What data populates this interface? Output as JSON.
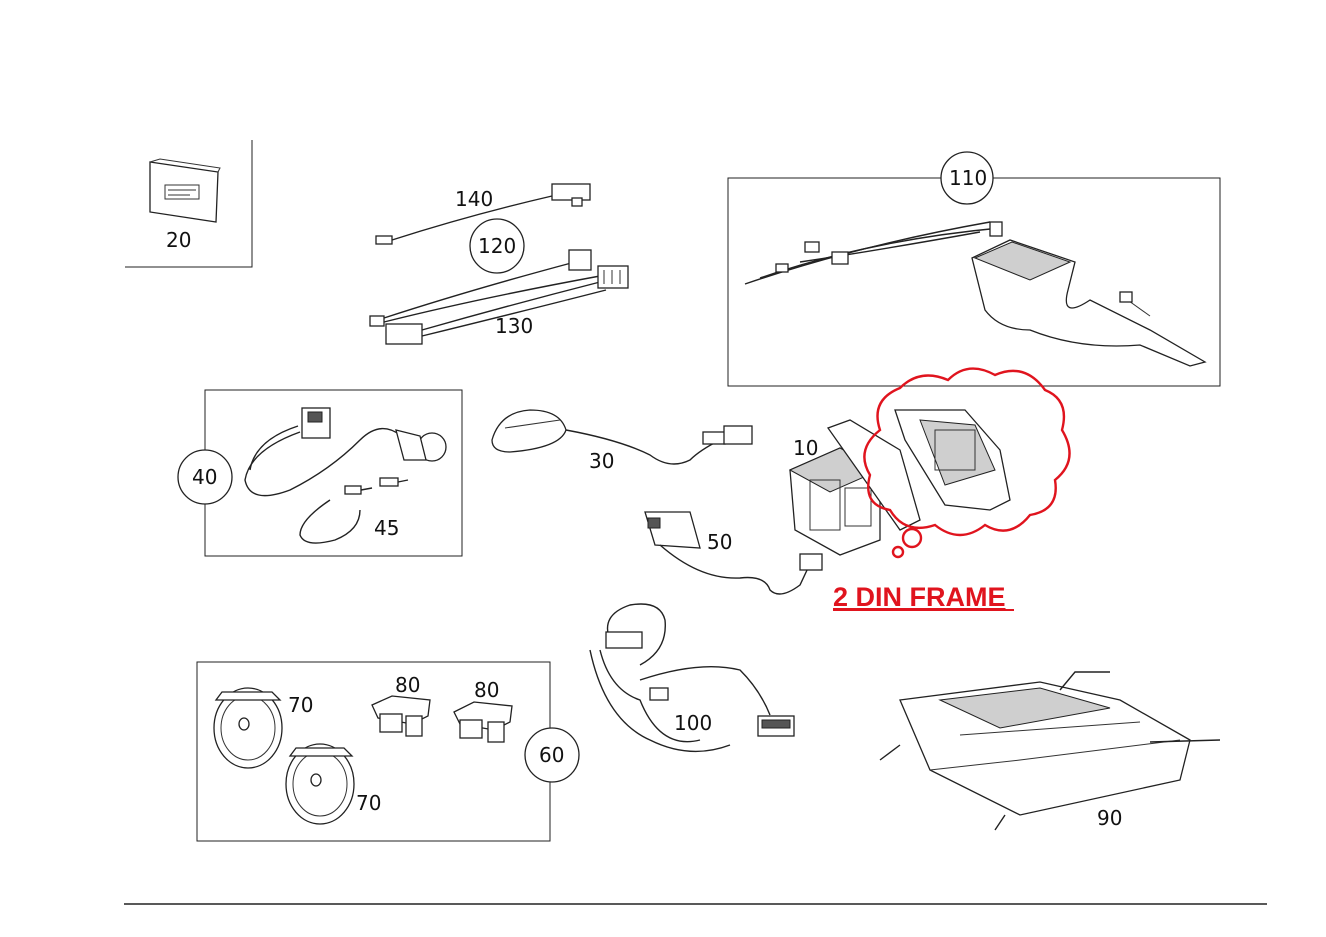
{
  "parts": [
    {
      "id": "20",
      "label": "20"
    },
    {
      "id": "140",
      "label": "140"
    },
    {
      "id": "120",
      "label": "120"
    },
    {
      "id": "130",
      "label": "130"
    },
    {
      "id": "110",
      "label": "110"
    },
    {
      "id": "40",
      "label": "40"
    },
    {
      "id": "45",
      "label": "45"
    },
    {
      "id": "30",
      "label": "30"
    },
    {
      "id": "10",
      "label": "10"
    },
    {
      "id": "50",
      "label": "50"
    },
    {
      "id": "100",
      "label": "100"
    },
    {
      "id": "70a",
      "label": "70"
    },
    {
      "id": "70b",
      "label": "70"
    },
    {
      "id": "80a",
      "label": "80"
    },
    {
      "id": "80b",
      "label": "80"
    },
    {
      "id": "60",
      "label": "60"
    },
    {
      "id": "90",
      "label": "90"
    }
  ],
  "annotation": {
    "text": "2 DIN FRAME",
    "color": "#e0141e"
  },
  "colors": {
    "line": "#222222",
    "accent": "#e0141e"
  }
}
